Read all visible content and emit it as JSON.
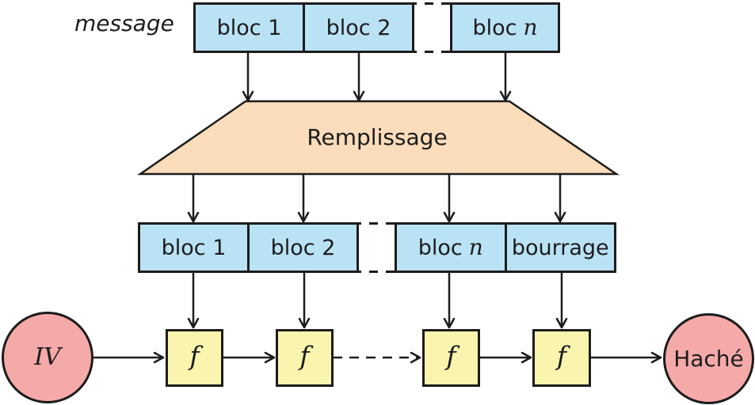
{
  "colors": {
    "block_fill": "#bae2f5",
    "trapezoid_fill": "#fbdcbb",
    "f_fill": "#faf5ae",
    "node_fill": "#f5a9a9",
    "stroke": "#1c1c1c"
  },
  "labels": {
    "message": "message",
    "padding": "Remplissage",
    "iv": "IV",
    "hash": "Haché"
  },
  "top_row": {
    "blocks": [
      {
        "label": "bloc 1"
      },
      {
        "label": "bloc 2"
      },
      {
        "label": "bloc",
        "var": "n"
      }
    ]
  },
  "bottom_row": {
    "blocks": [
      {
        "label": "bloc 1"
      },
      {
        "label": "bloc 2"
      },
      {
        "label": "bloc",
        "var": "n"
      },
      {
        "label": "bourrage"
      }
    ]
  },
  "f_boxes": [
    {
      "label": "f"
    },
    {
      "label": "f"
    },
    {
      "label": "f"
    },
    {
      "label": "f"
    }
  ]
}
